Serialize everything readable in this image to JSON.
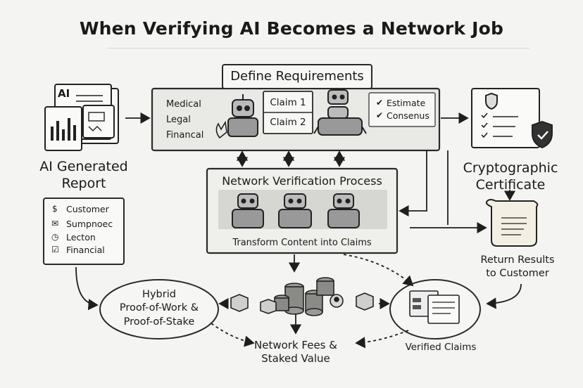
{
  "title": "When Verifying AI Becomes a Network Job",
  "report": {
    "doc_tag": "AI",
    "label_line1": "AI Generated",
    "label_line2": "Report"
  },
  "requirements": {
    "heading": "Define Requirements",
    "domains": [
      "Medical",
      "Legal",
      "Financal"
    ],
    "claims": [
      "Claim 1",
      "Claim 2"
    ],
    "checks": [
      "Estimate",
      "Consenus"
    ]
  },
  "verification": {
    "heading": "Network Verification Process",
    "caption": "Transform Content into Claims"
  },
  "checklist": {
    "items": [
      "Customer",
      "Sumpnoec",
      "Lecton",
      "Financial"
    ]
  },
  "certificate": {
    "label_line1": "Cryptographic",
    "label_line2": "Certificate"
  },
  "return_results": {
    "line1": "Return Results",
    "line2": "to Customer"
  },
  "consensus": {
    "line1": "Hybrid",
    "line2": "Proof-of-Work &",
    "line3": "Proof-of-Stake"
  },
  "fees": {
    "line1": "Network Fees &",
    "line2": "Staked Value"
  },
  "verified_claims": {
    "label": "Verified Claims"
  }
}
